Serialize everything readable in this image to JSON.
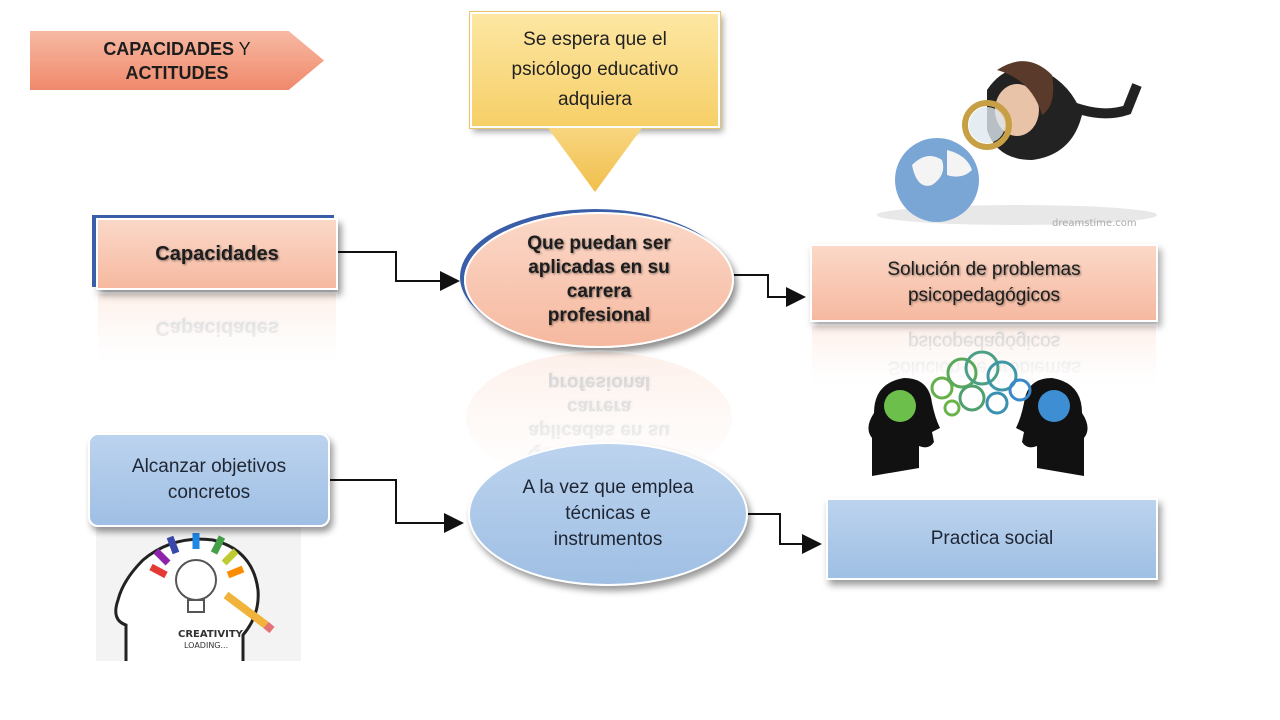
{
  "title": {
    "bold_part": "CAPACIDADES",
    "plain_part": " Y",
    "line2": "ACTITUDES"
  },
  "callout": {
    "text": "Se espera que el psicólogo educativo adquiera"
  },
  "nodes": {
    "capacidades": "Capacidades",
    "que_puedan": "Que puedan ser aplicadas en su carrera profesional",
    "solucion": "Solución de problemas psicopedagógicos",
    "alcanzar": "Alcanzar objetivos concretos",
    "a_la_vez": "A la vez que emplea técnicas e instrumentos",
    "practica": "Practica social"
  },
  "images": {
    "top_right": {
      "icon": "woman-magnifier-globe-image",
      "watermark": "dreamstime.com"
    },
    "middle_right": {
      "icon": "two-heads-communication-image"
    },
    "bottom_left": {
      "icon": "creativity-lightbulb-head-image",
      "caption_line1": "CREATIVITY",
      "caption_line2": "LOADING..."
    }
  },
  "colors": {
    "peach": "#f6b9a0",
    "blue": "#a8c6e8",
    "yellow": "#f6cf67",
    "title_tag": "#f0896b"
  }
}
